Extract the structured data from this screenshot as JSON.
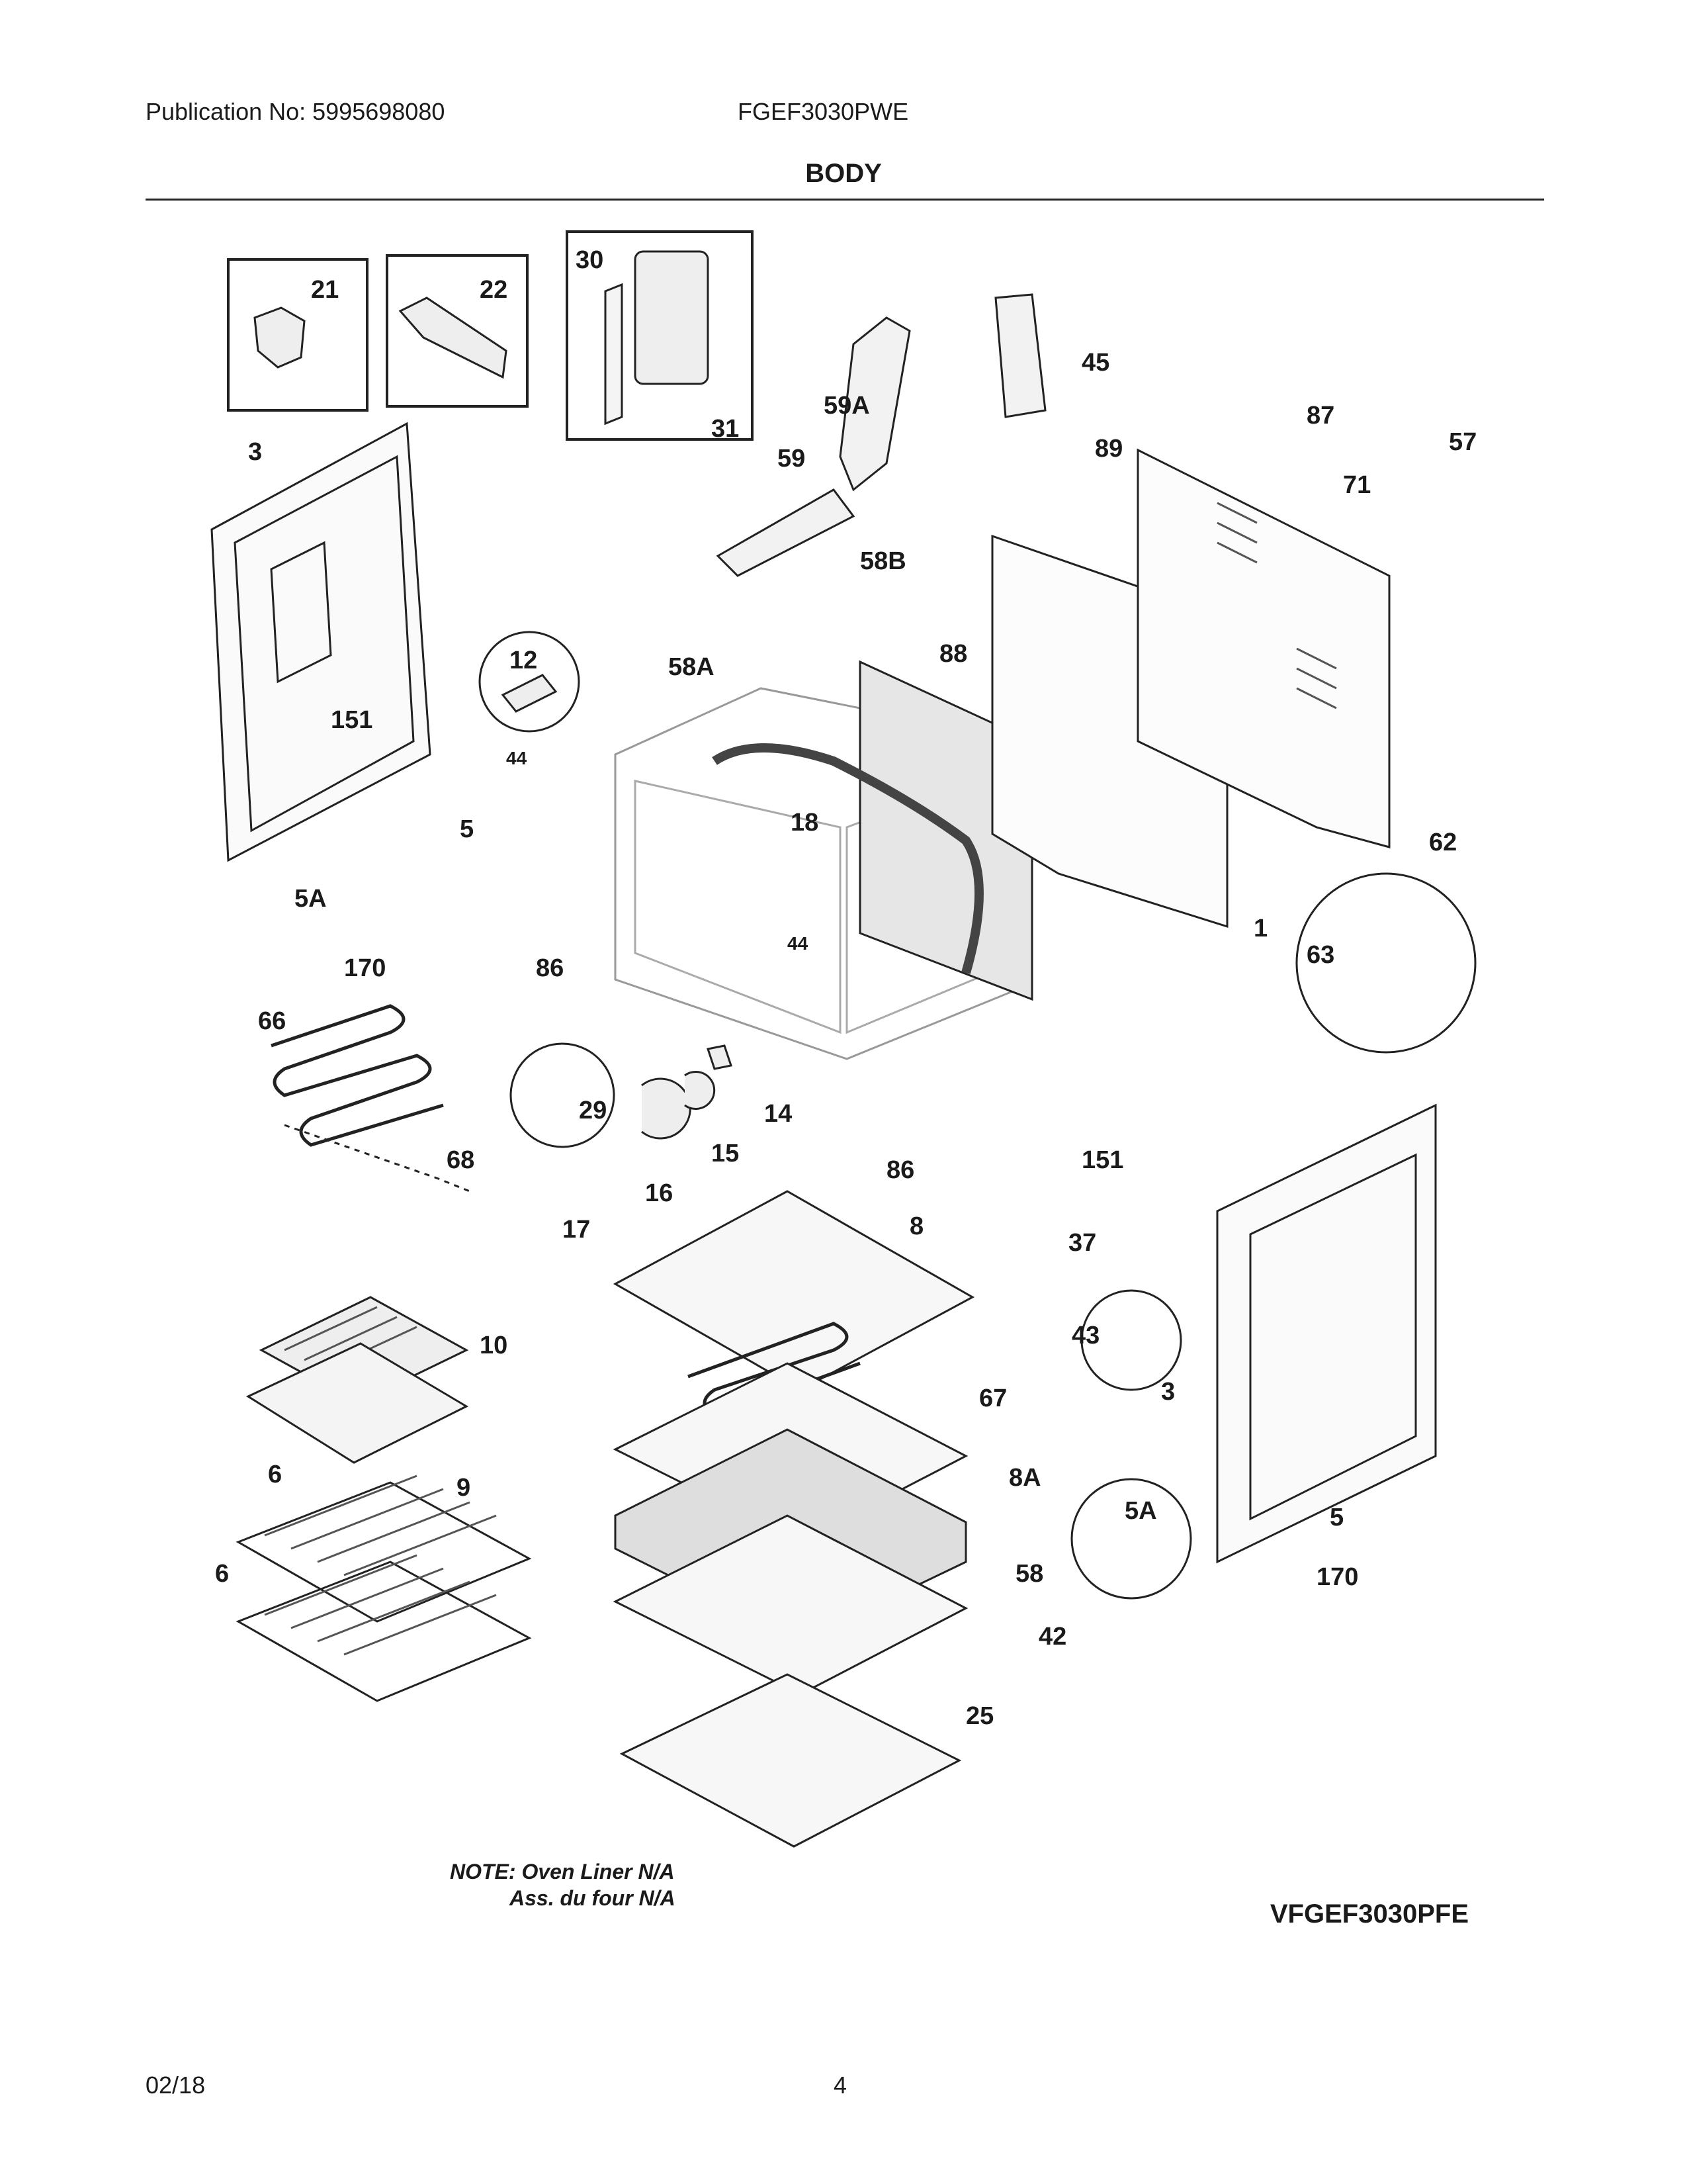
{
  "header": {
    "publication": "Publication No: 5995698080",
    "model": "FGEF3030PWE",
    "title": "BODY"
  },
  "diagram": {
    "part_labels": [
      "3",
      "5",
      "5A",
      "6",
      "8",
      "8A",
      "9",
      "10",
      "12",
      "14",
      "15",
      "16",
      "17",
      "18",
      "21",
      "22",
      "25",
      "29",
      "30",
      "31",
      "37",
      "42",
      "43",
      "44",
      "45",
      "57",
      "58",
      "58A",
      "58B",
      "59",
      "59A",
      "62",
      "63",
      "66",
      "67",
      "68",
      "71",
      "86",
      "87",
      "88",
      "89",
      "151",
      "170",
      "1"
    ],
    "note_line1": "NOTE: Oven Liner N/A",
    "note_line2": "Ass. du four N/A",
    "figure_code": "VFGEF3030PFE"
  },
  "footer": {
    "date": "02/18",
    "page": "4"
  }
}
